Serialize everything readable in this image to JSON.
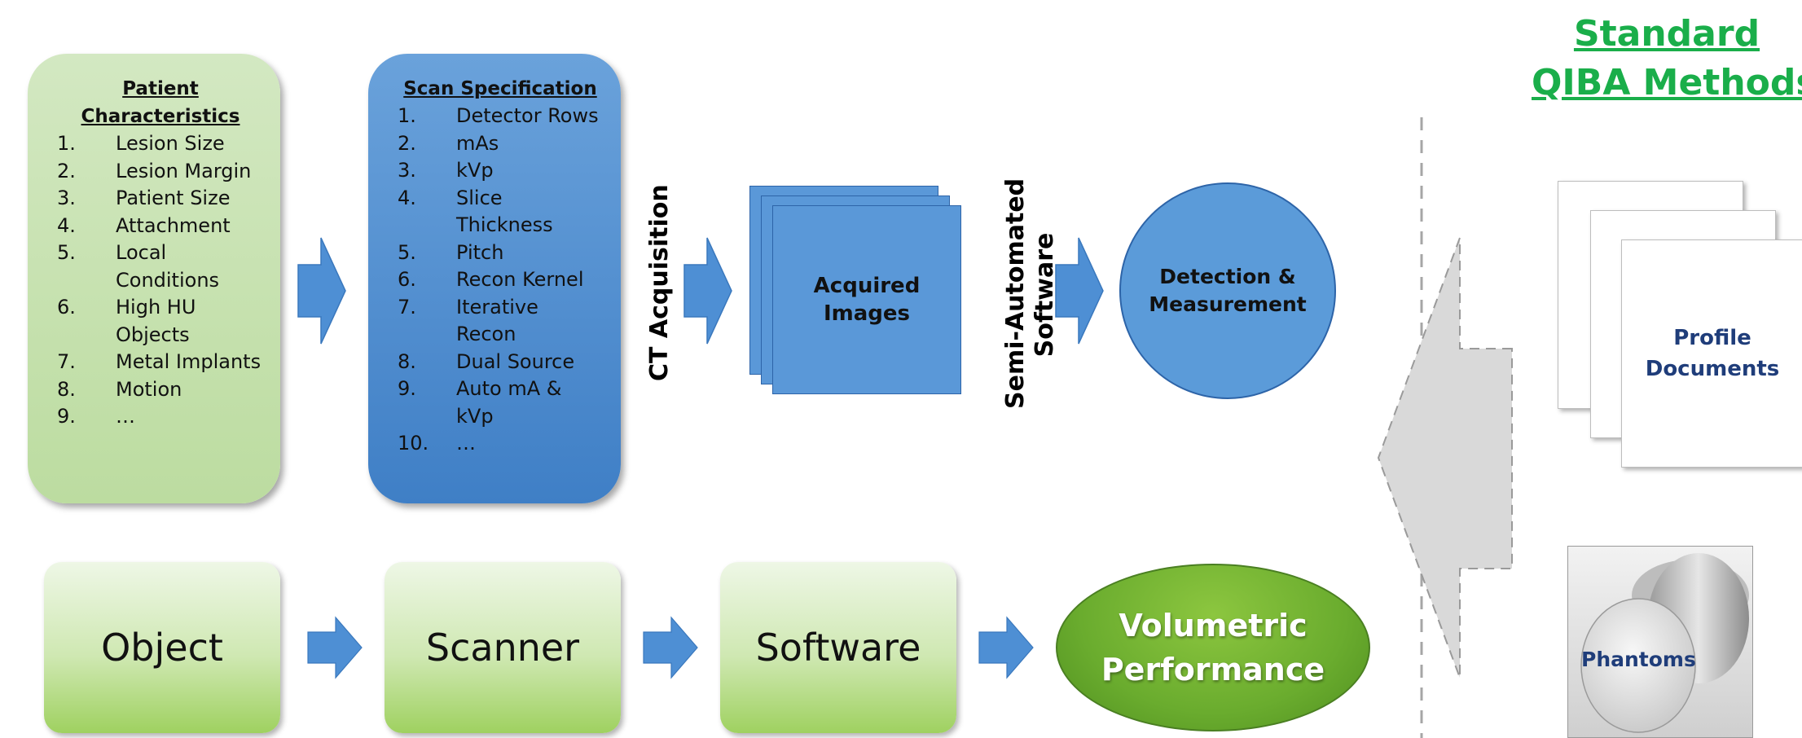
{
  "patient_card": {
    "title_line1": "Patient",
    "title_line2": "Characteristics",
    "items": [
      {
        "num": "1.",
        "text": "Lesion Size"
      },
      {
        "num": "2.",
        "text": "Lesion Margin"
      },
      {
        "num": "3.",
        "text": "Patient Size"
      },
      {
        "num": "4.",
        "text": "Attachment"
      },
      {
        "num": "5.",
        "text": "Local Conditions"
      },
      {
        "num": "6.",
        "text": "High HU Objects"
      },
      {
        "num": "7.",
        "text": "Metal Implants"
      },
      {
        "num": "8.",
        "text": "Motion"
      },
      {
        "num": "9.",
        "text": "…"
      }
    ]
  },
  "scan_card": {
    "title": "Scan Specification",
    "items": [
      {
        "num": "1.",
        "text": "Detector Rows"
      },
      {
        "num": "2.",
        "text": "mAs"
      },
      {
        "num": "3.",
        "text": "kVp"
      },
      {
        "num": "4.",
        "text": "Slice Thickness"
      },
      {
        "num": "5.",
        "text": "Pitch"
      },
      {
        "num": "6.",
        "text": "Recon Kernel"
      },
      {
        "num": "7.",
        "text": "Iterative Recon"
      },
      {
        "num": "8.",
        "text": "Dual Source"
      },
      {
        "num": "9.",
        "text": "Auto mA & kVp"
      },
      {
        "num": "10.",
        "text": "…"
      }
    ]
  },
  "labels": {
    "ct_acquisition": "CT Acquisition",
    "semi_automated_line1": "Semi-Automated",
    "semi_automated_line2": "Software",
    "acquired_images_line1": "Acquired",
    "acquired_images_line2": "Images",
    "detection_line1": "Detection &",
    "detection_line2": "Measurement"
  },
  "bottom_row": {
    "object": "Object",
    "scanner": "Scanner",
    "software": "Software",
    "volumetric_line1": "Volumetric",
    "volumetric_line2": "Performance"
  },
  "standard": {
    "heading_line1": "Standard",
    "heading_line2": "QIBA Methods",
    "profile_line1": "Profile",
    "profile_line2": "Documents",
    "phantoms": "Phantoms"
  },
  "colors": {
    "arrow_blue": "#4e8fd4",
    "heading_green": "#1aae4a",
    "dark_navy_text": "#1f3d7a"
  }
}
